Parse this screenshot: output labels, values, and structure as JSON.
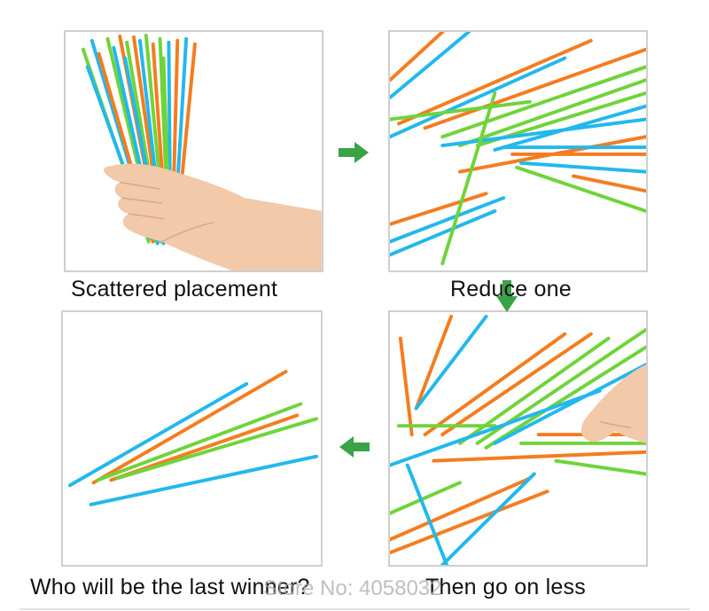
{
  "captions": {
    "step1": "Scattered placement",
    "step2": "Reduce one",
    "step3": "Then go on less",
    "step4": "Who will be the last winner?"
  },
  "watermark": "Store No: 4058032",
  "colors": {
    "stick_orange": "#f57c1f",
    "stick_blue": "#22b8ec",
    "stick_green": "#6fd43a",
    "arrow_green": "#3aa348",
    "skin": "#f2c9a9"
  },
  "icons": {
    "arrow_right": "arrow-right-icon",
    "arrow_down": "arrow-down-icon",
    "arrow_left": "arrow-left-icon"
  }
}
